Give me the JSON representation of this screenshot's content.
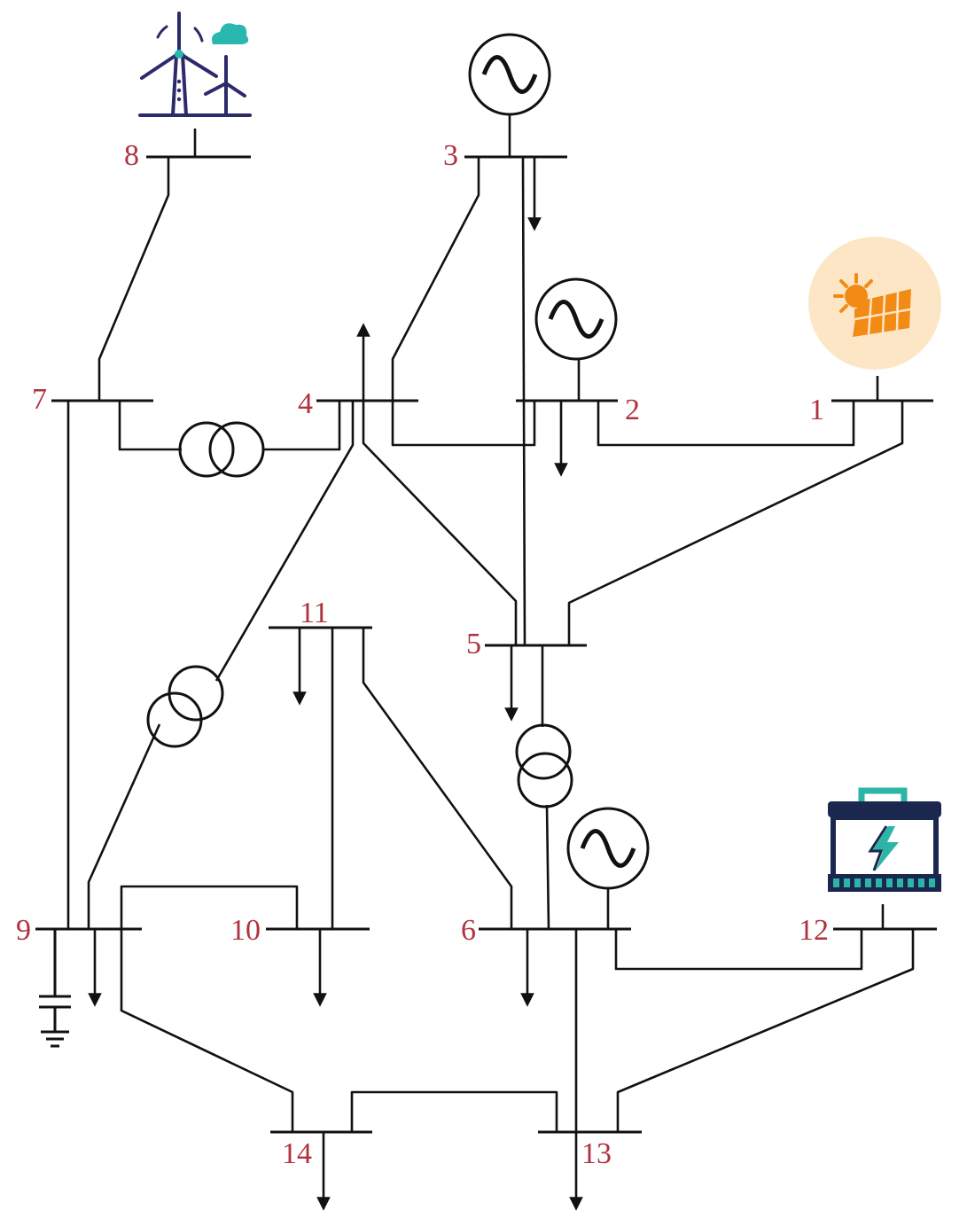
{
  "buses": [
    {
      "id": "bus-1",
      "label": "1"
    },
    {
      "id": "bus-2",
      "label": "2"
    },
    {
      "id": "bus-3",
      "label": "3"
    },
    {
      "id": "bus-4",
      "label": "4"
    },
    {
      "id": "bus-5",
      "label": "5"
    },
    {
      "id": "bus-6",
      "label": "6"
    },
    {
      "id": "bus-7",
      "label": "7"
    },
    {
      "id": "bus-8",
      "label": "8"
    },
    {
      "id": "bus-9",
      "label": "9"
    },
    {
      "id": "bus-10",
      "label": "10"
    },
    {
      "id": "bus-11",
      "label": "11"
    },
    {
      "id": "bus-12",
      "label": "12"
    },
    {
      "id": "bus-13",
      "label": "13"
    },
    {
      "id": "bus-14",
      "label": "14"
    }
  ],
  "icons": {
    "wind": "wind-turbine-icon",
    "solar": "solar-panel-icon",
    "battery": "battery-storage-icon",
    "generator": "generator-icon",
    "transformer": "transformer-icon",
    "load": "load-arrow-icon",
    "capacitor": "shunt-capacitor-icon"
  },
  "colors": {
    "label": "#b0323e",
    "line": "#111111",
    "wind": "#2c2a6b",
    "wind_cloud": "#29b8b0",
    "solar_bg": "#fde6c6",
    "solar_panel": "#f28a16",
    "battery": "#1c2750",
    "battery_accent": "#2bb5a6"
  }
}
